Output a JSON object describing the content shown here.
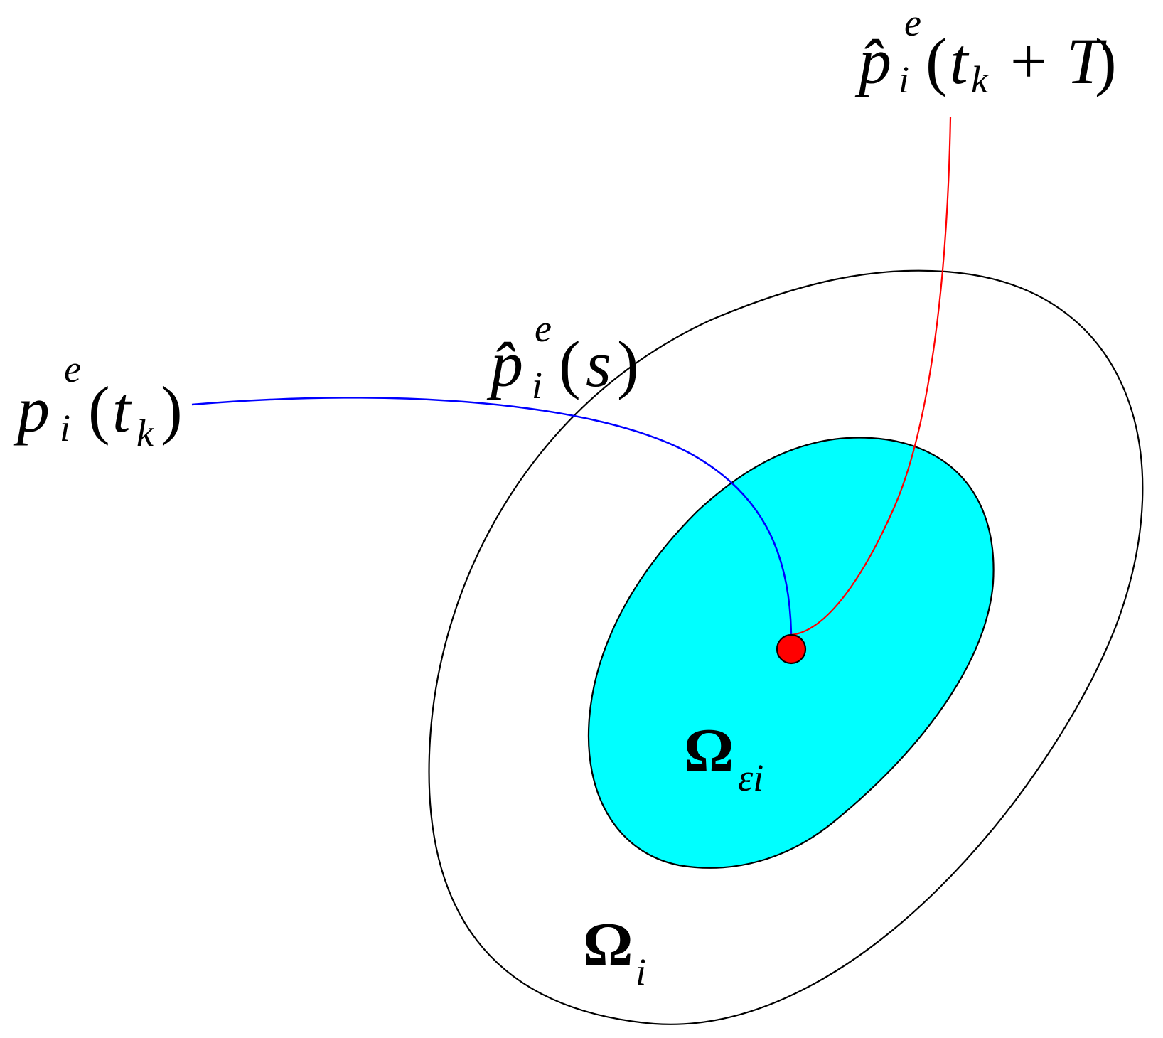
{
  "colors": {
    "background": "#ffffff",
    "outer_region_stroke": "#000000",
    "inner_region_fill": "#00ffff",
    "blue_trajectory": "#0000ff",
    "red_trajectory": "#ff0000",
    "terminal_point": "#ff0000"
  },
  "labels": {
    "p_tk": {
      "base": "p",
      "sup": "e",
      "sub": "i",
      "arg_open": "(",
      "arg": "t",
      "arg_sub": "k",
      "arg_close": ")"
    },
    "phat_s": {
      "base": "p̂",
      "sup": "e",
      "sub": "i",
      "arg_open": "(",
      "arg": "s",
      "arg_close": ")"
    },
    "phat_tkT": {
      "base": "p̂",
      "sup": "e",
      "sub": "i",
      "arg_open": "(",
      "arg": "t",
      "arg_sub": "k",
      "arg_rest": " + T",
      "arg_close": ")"
    },
    "omega_i": {
      "base": "Ω",
      "sub": "i"
    },
    "omega_eps_i": {
      "base": "Ω",
      "sub": "εi"
    }
  }
}
